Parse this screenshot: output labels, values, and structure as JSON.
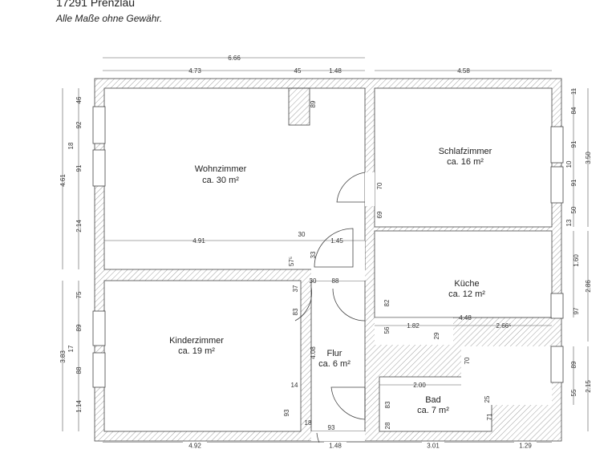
{
  "header": {
    "title": "17291 Prenzlau",
    "note": "Alle Maße ohne Gewähr."
  },
  "rooms": [
    {
      "name": "Wohnzimmer",
      "area": "ca. 30 m²"
    },
    {
      "name": "Schlafzimmer",
      "area": "ca. 16 m²"
    },
    {
      "name": "Küche",
      "area": "ca. 12 m²"
    },
    {
      "name": "Kinderzimmer",
      "area": "ca. 19 m²"
    },
    {
      "name": "Flur",
      "area": "ca. 6 m²"
    },
    {
      "name": "Bad",
      "area": "ca. 7 m²"
    }
  ],
  "dims": {
    "top": [
      "6.66",
      "4.73",
      "45",
      "1.48",
      "4.58"
    ],
    "left_outer": [
      "4.61",
      "3.83"
    ],
    "left_inner": [
      "46",
      "92",
      "18",
      "91",
      "2.14",
      "75",
      "89",
      "17",
      "88",
      "1.14"
    ],
    "right_inner": [
      "11",
      "84",
      "91",
      "10",
      "91",
      "50",
      "13",
      "1.60",
      "97",
      "89",
      "55"
    ],
    "right_outer": [
      "3.50",
      "2.86",
      "2.15"
    ],
    "interior": [
      "89",
      "70",
      "69",
      "4.91",
      "30",
      "1.45",
      "57⁵",
      "33",
      "30",
      "88",
      "37",
      "83",
      "4.08",
      "82",
      "56",
      "1.82",
      "4.48",
      "2.66⁵",
      "29",
      "70",
      "2.00",
      "83",
      "28",
      "25",
      "71",
      "14",
      "93",
      "18",
      "93"
    ],
    "bottom": [
      "4.92",
      "1.48",
      "3.01",
      "1.29"
    ]
  },
  "colors": {
    "wall_hatch": "#777777",
    "lines": "#555555"
  }
}
